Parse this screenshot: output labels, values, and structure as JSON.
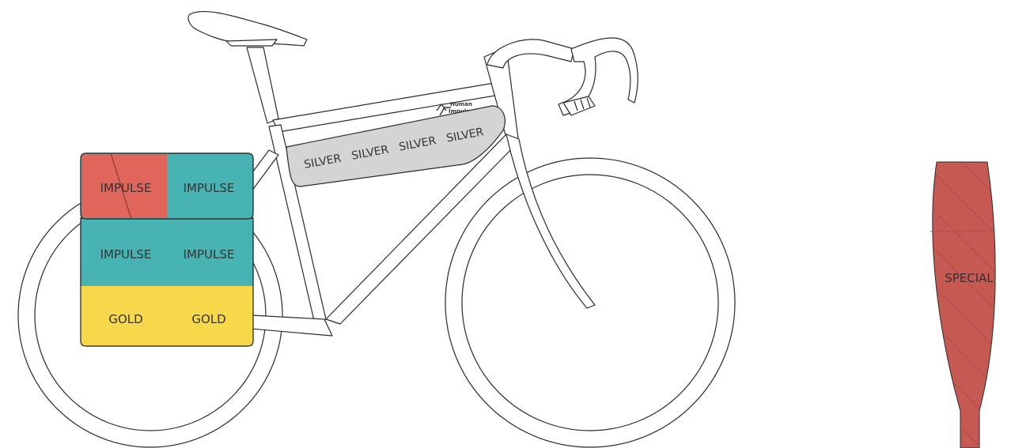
{
  "brand": {
    "logo_line1": "Human",
    "logo_line2": "Impulse"
  },
  "colors": {
    "outline": "#2b2b2b",
    "impulse_red": "#e0655a",
    "impulse_teal": "#47b3b3",
    "gold": "#f6d84a",
    "silver": "#d3d4d3",
    "special": "#c65a52"
  },
  "frame_bag": {
    "labels": [
      "SILVER",
      "SILVER",
      "SILVER",
      "SILVER"
    ]
  },
  "pannier": {
    "rows": [
      {
        "tier": "impulse",
        "labels": [
          "IMPULSE",
          "IMPULSE"
        ]
      },
      {
        "tier": "impulse",
        "labels": [
          "IMPULSE",
          "IMPULSE"
        ]
      },
      {
        "tier": "gold",
        "labels": [
          "GOLD",
          "GOLD"
        ]
      }
    ]
  },
  "paddle": {
    "label": "SPECIAL"
  }
}
